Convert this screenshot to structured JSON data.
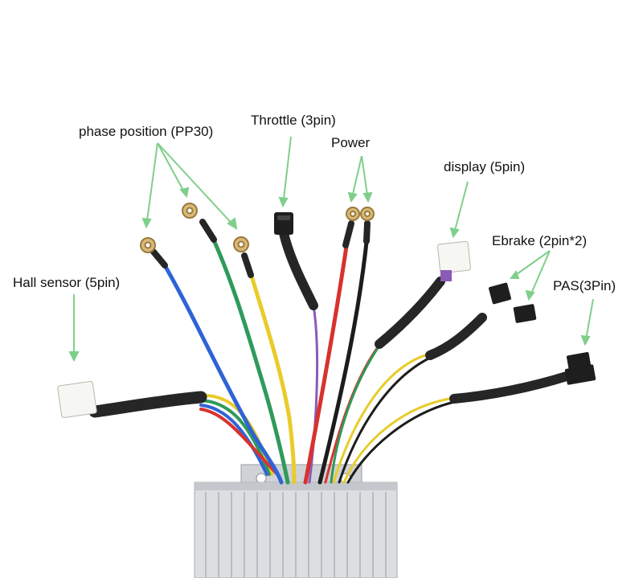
{
  "labels": {
    "phase_position": "phase position (PP30)",
    "throttle": "Throttle (3pin)",
    "power": "Power",
    "display": "display (5pin)",
    "ebrake": "Ebrake (2pin*2)",
    "pas": "PAS(3Pin)",
    "hall_sensor": "Hall sensor (5pin)"
  },
  "colors": {
    "leader_line": "#7fcf8a",
    "wire_blue": "#2f63d6",
    "wire_green": "#2f9a5a",
    "wire_yellow": "#e8cc2a",
    "wire_red": "#d8322e",
    "wire_black": "#1c1c1c",
    "sleeve": "#262626",
    "housing": "#d7d9dc"
  }
}
